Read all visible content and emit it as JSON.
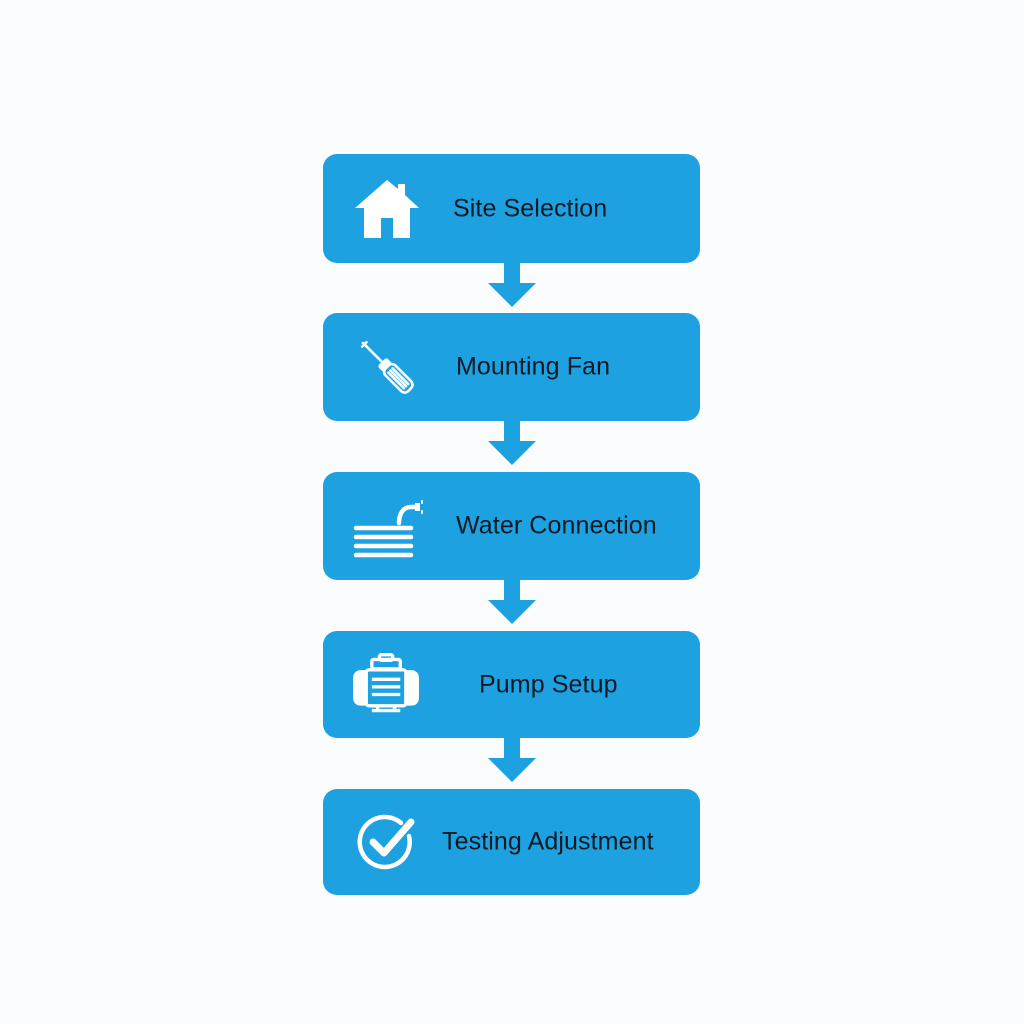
{
  "colors": {
    "background": "#fbfcfd",
    "box": "#1ea1e0",
    "arrow": "#1ea1e0",
    "icon": "#ffffff",
    "text": "#0b1a24"
  },
  "steps": [
    {
      "label": "Site Selection",
      "icon": "house-icon"
    },
    {
      "label": "Mounting Fan",
      "icon": "screwdriver-icon"
    },
    {
      "label": "Water Connection",
      "icon": "hose-icon"
    },
    {
      "label": "Pump Setup",
      "icon": "pump-icon"
    },
    {
      "label": "Testing Adjustment",
      "icon": "checkmark-circle-icon"
    }
  ]
}
